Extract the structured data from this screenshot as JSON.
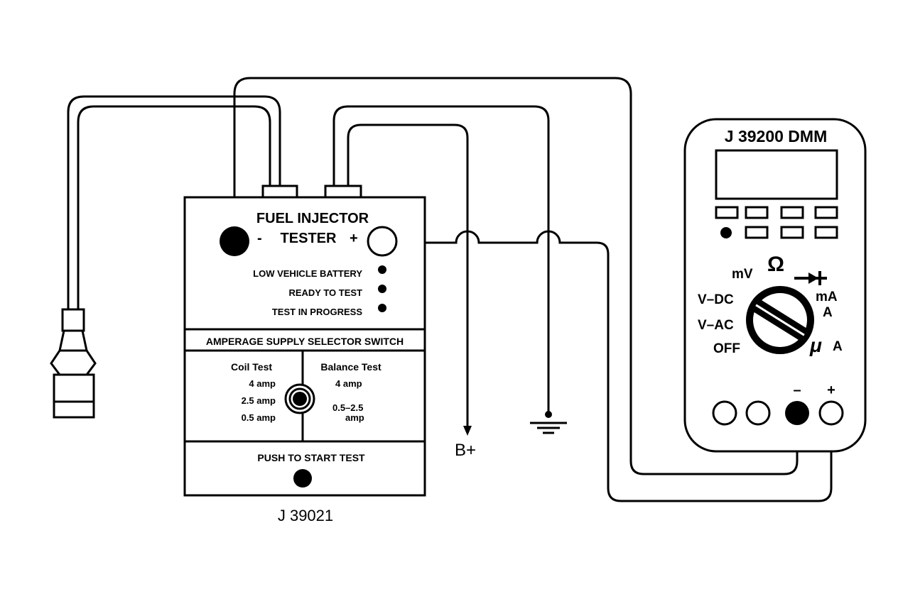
{
  "tester": {
    "title_line1": "FUEL INJECTOR",
    "title_line2": "TESTER",
    "minus": "-",
    "plus": "+",
    "indicators": [
      "LOW VEHICLE BATTERY",
      "READY TO TEST",
      "TEST IN PROGRESS"
    ],
    "selector_title": "AMPERAGE SUPPLY SELECTOR SWITCH",
    "coil_test": {
      "title": "Coil Test",
      "options": [
        "4 amp",
        "2.5 amp",
        "0.5 amp"
      ]
    },
    "balance_test": {
      "title": "Balance Test",
      "options": [
        "4 amp",
        "0.5–2.5",
        "amp"
      ]
    },
    "push_label": "PUSH TO START TEST",
    "model": "J 39021"
  },
  "bplus_label": "B+",
  "dmm": {
    "title": "J 39200 DMM",
    "modes": {
      "mv": "mV",
      "ohm": "Ω",
      "vdc": "V–DC",
      "vac": "V–AC",
      "off": "OFF",
      "ma": "mA",
      "a": "A",
      "ua_mu": "μ",
      "ua_a": "A"
    },
    "jack_minus": "–",
    "jack_plus": "+"
  }
}
